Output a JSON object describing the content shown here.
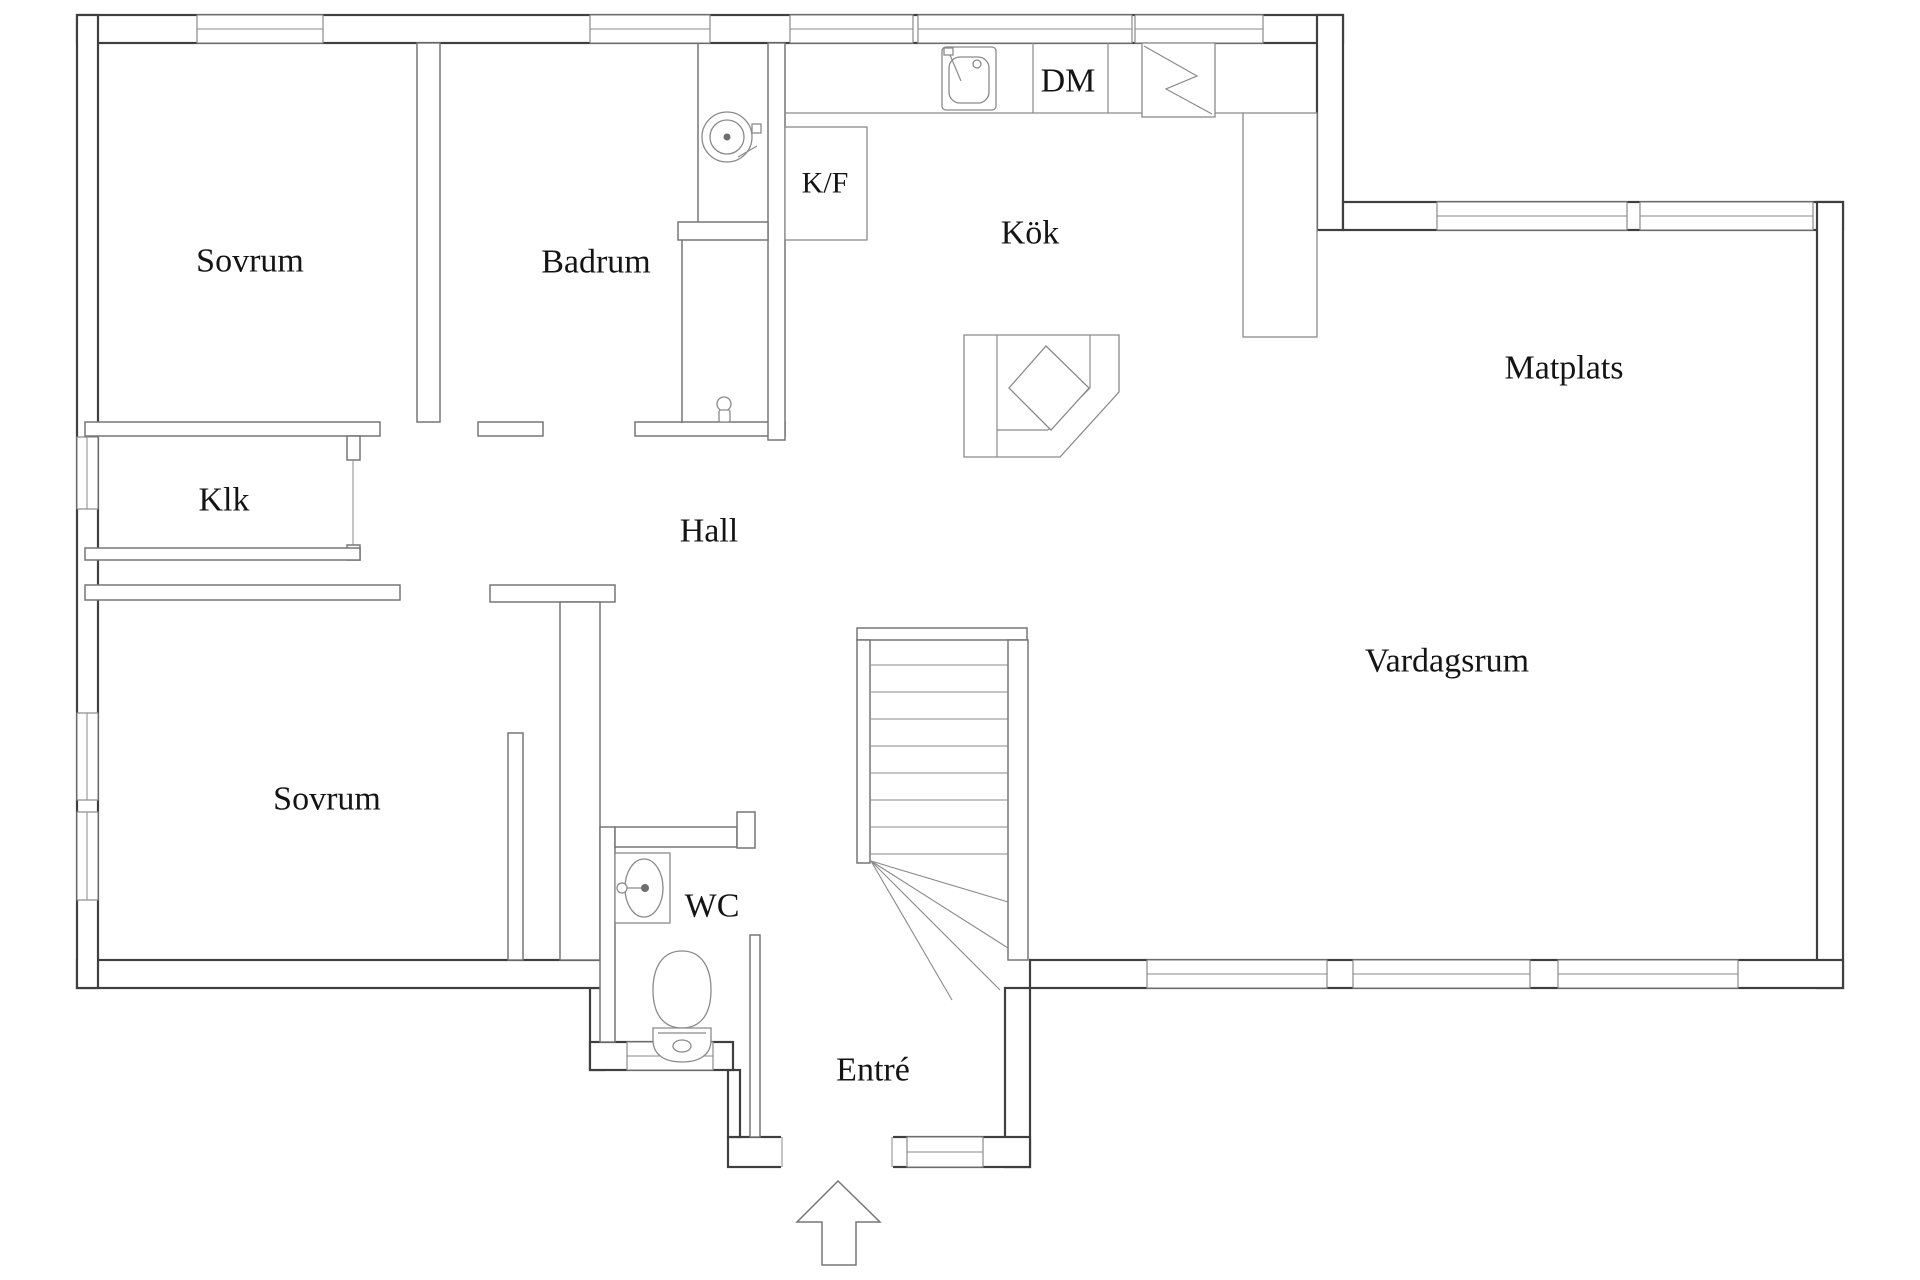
{
  "colors": {
    "background": "#ffffff",
    "outer_wall": "#3f3f3f",
    "inner_wall": "#767676",
    "fixture_line": "#8a8a8a",
    "label_text": "#141414"
  },
  "rooms": {
    "sovrum_top": {
      "label": "Sovrum"
    },
    "badrum": {
      "label": "Badrum"
    },
    "kok": {
      "label": "Kök"
    },
    "matplats": {
      "label": "Matplats"
    },
    "klk": {
      "label": "Klk"
    },
    "hall": {
      "label": "Hall"
    },
    "vardagsrum": {
      "label": "Vardagsrum"
    },
    "sovrum_bottom": {
      "label": "Sovrum"
    },
    "wc": {
      "label": "WC"
    },
    "entre": {
      "label": "Entré"
    }
  },
  "appliances": {
    "dishwasher_label": "DM",
    "fridge_freezer_label": "K/F"
  },
  "icons": [
    {
      "name": "washing-machine-icon",
      "shape": "concentric circles (drum top view)"
    },
    {
      "name": "kitchen-sink-icon",
      "shape": "rounded basin with faucet and drain dot"
    },
    {
      "name": "stove-icon",
      "shape": "square with lightning bolt"
    },
    {
      "name": "corner-hob-icon",
      "shape": "diamond set in corner counter"
    },
    {
      "name": "wc-sink-icon",
      "shape": "oval basin with faucet"
    },
    {
      "name": "toilet-icon",
      "shape": "oval bowl with cistern"
    },
    {
      "name": "shower-drain-icon",
      "shape": "small knob"
    },
    {
      "name": "stairs-icon",
      "shape": "straight flight with winder fan"
    },
    {
      "name": "entrance-arrow-icon",
      "shape": "upward arrow at front door"
    }
  ]
}
